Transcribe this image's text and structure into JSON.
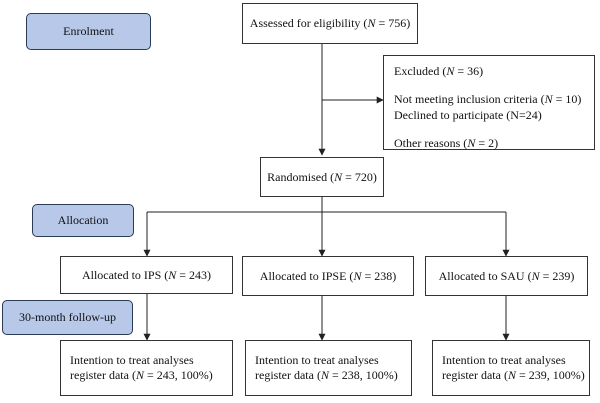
{
  "stages": {
    "enrolment": "Enrolment",
    "allocation": "Allocation",
    "followup": "30-month follow-up"
  },
  "assessed": {
    "prefix": "Assessed for eligibility (",
    "var": "N",
    "suffix": " = 756)"
  },
  "excluded": {
    "title": {
      "prefix": "Excluded (",
      "var": "N",
      "suffix": " = 36)"
    },
    "lines": [
      {
        "prefix": "Not meeting inclusion criteria (",
        "var": "N",
        "suffix": " = 10)"
      },
      {
        "prefix": "Declined to participate (N=24)",
        "var": "",
        "suffix": ""
      },
      {
        "prefix": "Other reasons (",
        "var": "N",
        "suffix": " = 2)"
      }
    ]
  },
  "randomised": {
    "prefix": "Randomised (",
    "var": "N",
    "suffix": " = 720)"
  },
  "allocated": [
    {
      "prefix": "Allocated to IPS (",
      "var": "N",
      "suffix": " = 243)"
    },
    {
      "prefix": "Allocated to IPSE (",
      "var": "N",
      "suffix": " = 238)"
    },
    {
      "prefix": "Allocated to SAU (",
      "var": "N",
      "suffix": " = 239)"
    }
  ],
  "analyses": [
    {
      "line1": "Intention to treat analyses",
      "prefix": "register data (",
      "var": "N",
      "suffix": " = 243, 100%)"
    },
    {
      "line1": "Intention to treat analyses",
      "prefix": "register data (",
      "var": "N",
      "suffix": " = 238, 100%)"
    },
    {
      "line1": "Intention to treat analyses",
      "prefix": "register data (",
      "var": "N",
      "suffix": " = 239, 100%)"
    }
  ]
}
